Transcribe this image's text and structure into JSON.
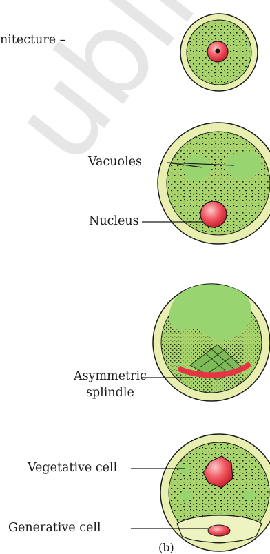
{
  "header_text": "nitecture –",
  "labels": {
    "vacuoles": "Vacuoles",
    "nucleus": "Nucleus",
    "asymmetric": "Asymmetric",
    "spindle": "splindle",
    "vegetative": "Vegetative cell",
    "generative": "Generative cell",
    "panel": "(b)"
  },
  "watermark": "ublishe",
  "colors": {
    "wall": "#e8efb0",
    "cytoplasm": "#a9d36c",
    "vacuole": "#98d46f",
    "nucleus": "#e53544",
    "outline": "#1a1a1a"
  }
}
